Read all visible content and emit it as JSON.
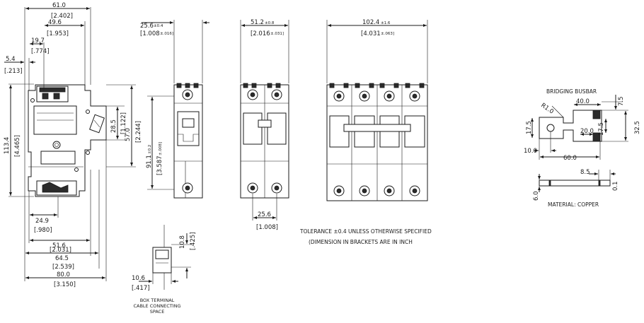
{
  "front_view": {
    "dims": {
      "w61": "61.0",
      "w61_in": "[2.402]",
      "w49": "49.6",
      "w49_in": "[1.953]",
      "w19": "19.7",
      "w19_in": "[.774]",
      "w5": "5.4",
      "w5_in": "[.213]",
      "h113": "113.4",
      "h113_in": "[4.465]",
      "h28": "28.5",
      "h28_in": "[1.122]",
      "h57": "57.0",
      "h57_in": "[2.244]",
      "w24": "24.9",
      "w24_in": "[.980]",
      "w51": "51.6",
      "w51_in": "[2.031]",
      "w64": "64.5",
      "w64_in": "[2.539]",
      "w80": "80.0",
      "w80_in": "[3.150]"
    }
  },
  "side_views": {
    "single": {
      "w": "25.6",
      "tol": "±0.4",
      "w_in": "[1.008",
      "tol_in": "±.016]",
      "h": "91.1",
      "h_tol": "±0.2",
      "h_in": "[3.587",
      "h_in_tol": "±.008]"
    },
    "double": {
      "w": "51.2",
      "tol": "±0.8",
      "w_in": "[2.016",
      "tol_in": "±.031]",
      "pitch": "25.6",
      "pitch_in": "[1.008]"
    },
    "quad": {
      "w": "102.4",
      "tol": "±1.6",
      "w_in": "[4.031",
      "tol_in": "±.063]"
    }
  },
  "box_terminal": {
    "h": "10.8",
    "h_in": "[.425]",
    "w": "10.6",
    "w_in": "[.417]",
    "caption": [
      "BOX TERMINAL",
      "CABLE CONNECTING",
      "SPACE"
    ]
  },
  "notes": {
    "tolerance": "TOLERANCE ±0.4 UNLESS OTHERWISE SPECIFIED",
    "brackets": "(DIMENSION IN BRACKETS ARE IN INCH"
  },
  "busbar": {
    "title": "BRIDGING BUSBAR",
    "r": "R1.0",
    "d40": "40.0",
    "d7": "7.5",
    "d17a": "17.5",
    "d20": "20.0",
    "d17b": "17.5",
    "d32": "32.5",
    "d10": "10.0",
    "d60": "60.0",
    "d8": "8.5",
    "d6": "6.0",
    "d01": "0.1",
    "material": "MATERIAL: COPPER"
  }
}
